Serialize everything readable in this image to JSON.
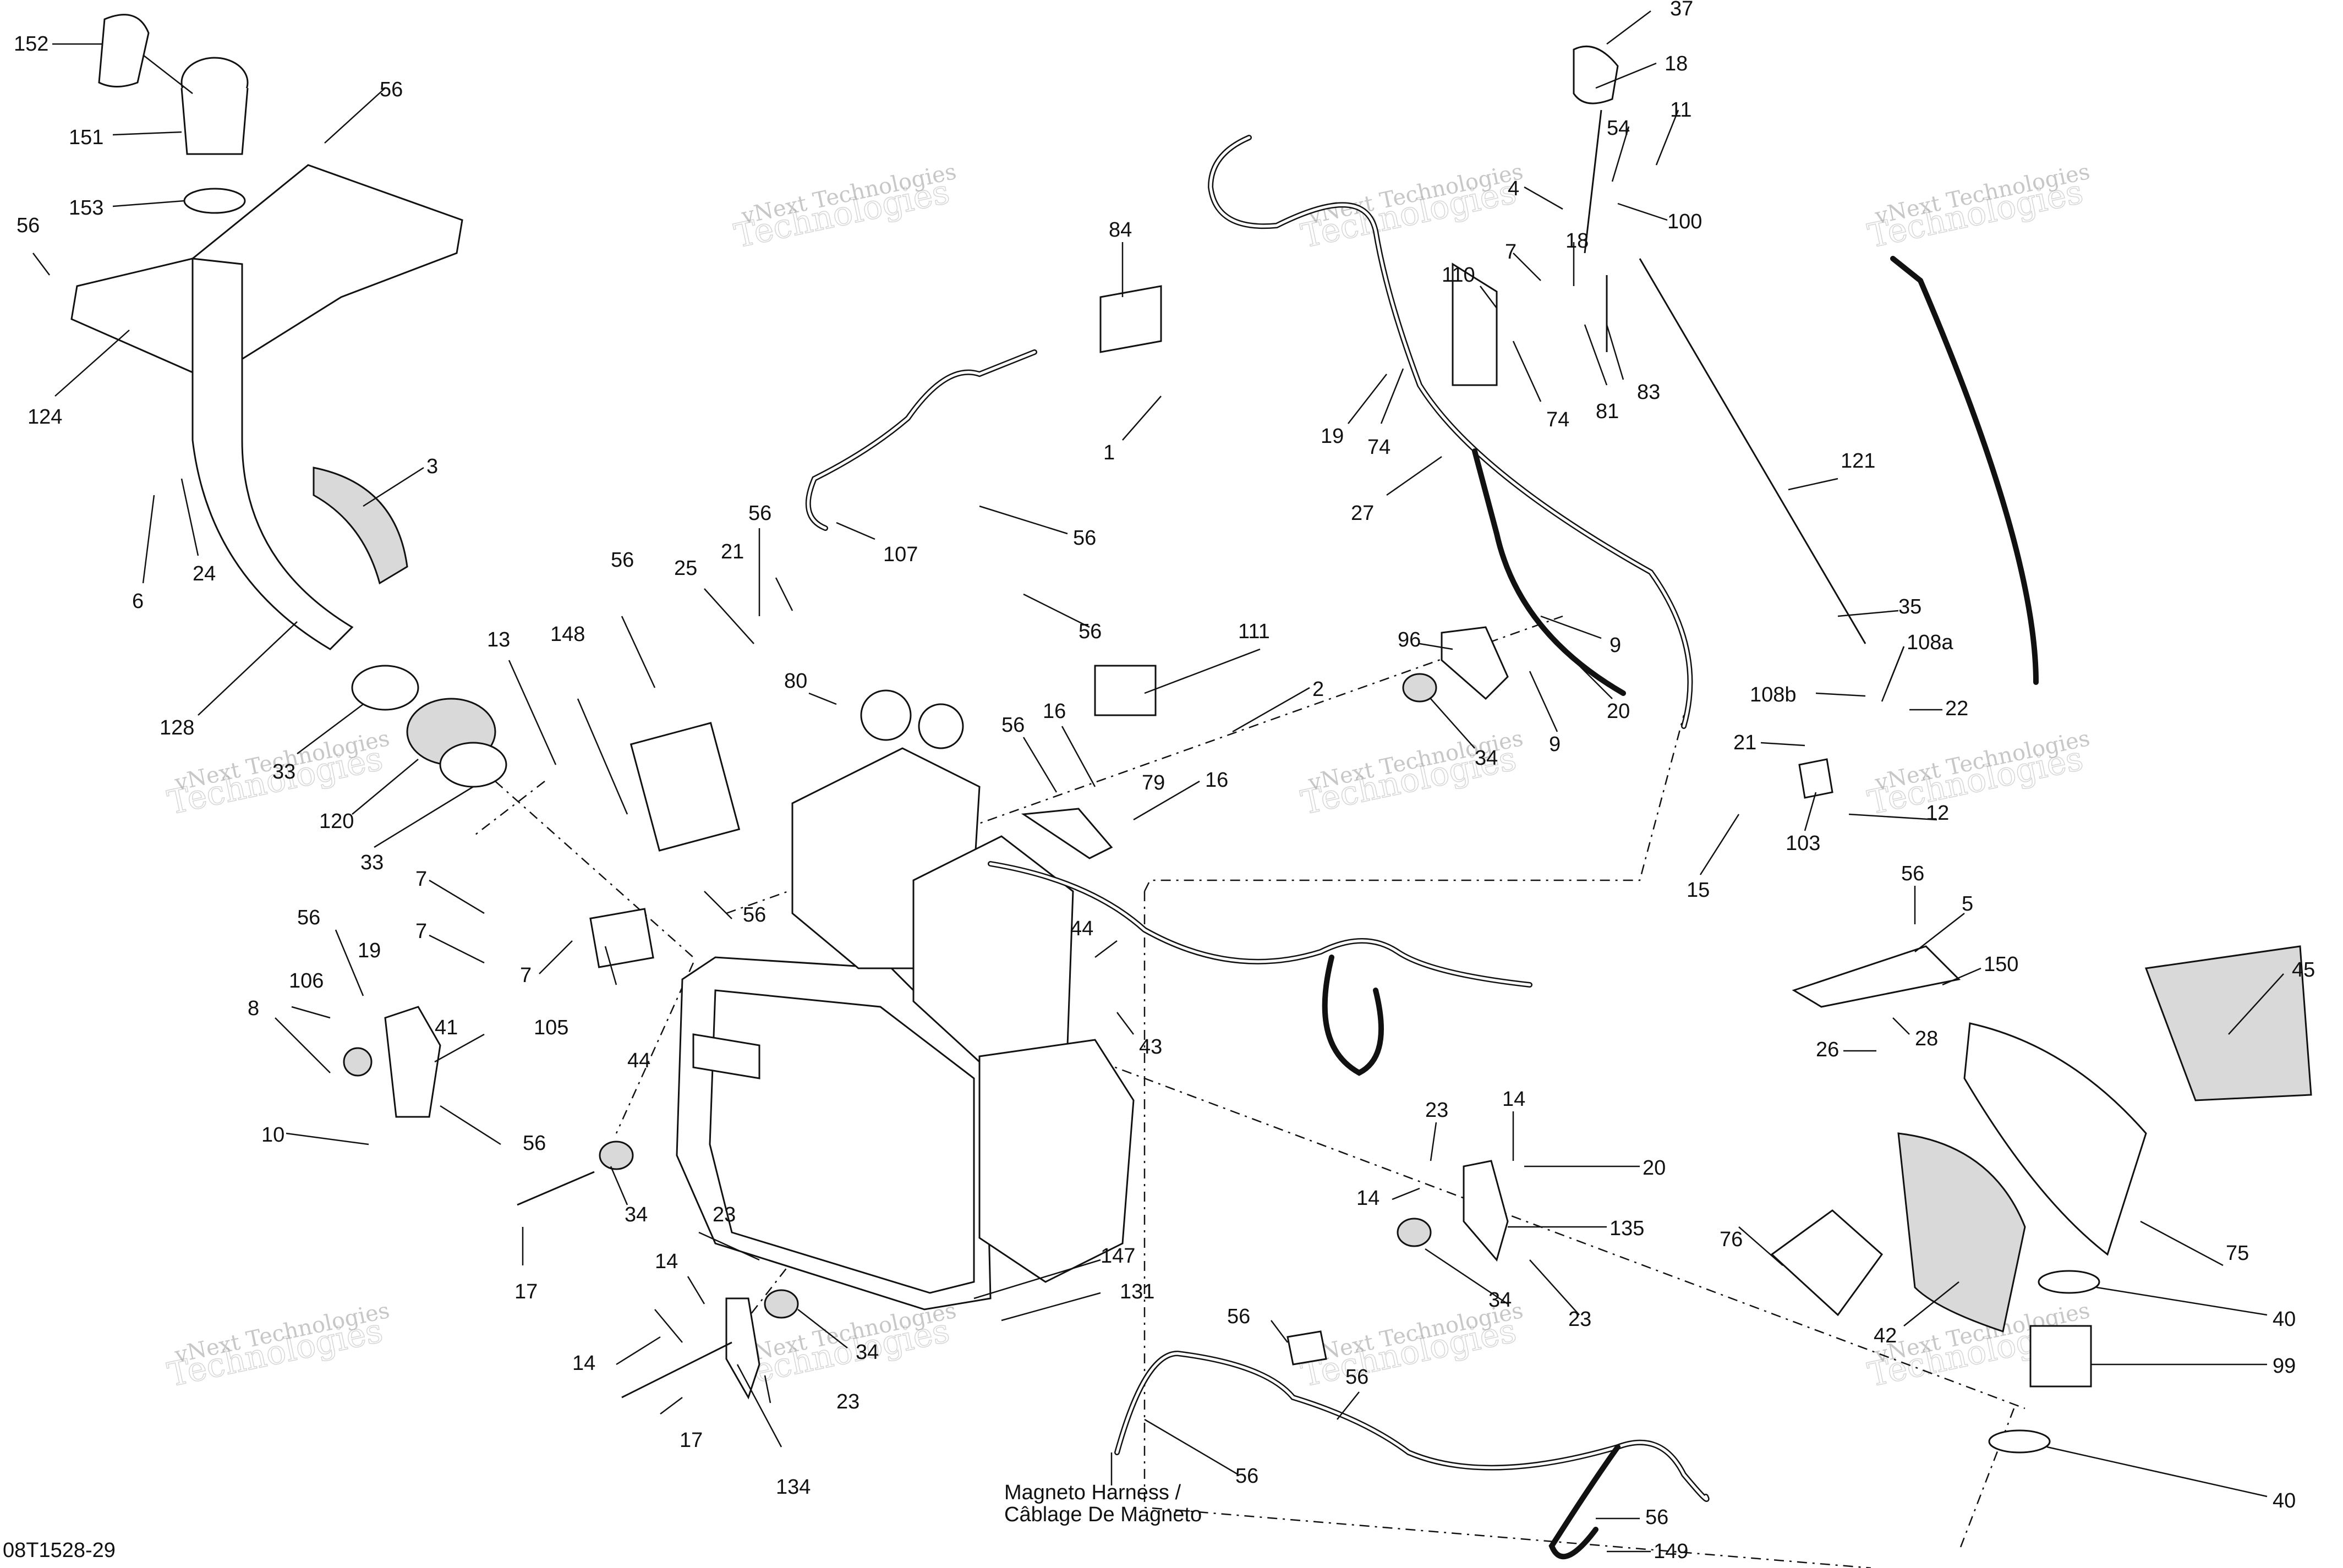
{
  "diagram": {
    "drawing_id": "08T1528-29",
    "magneto_label_line1": "Magneto Harness /",
    "magneto_label_line2": "Câblage De Magneto",
    "watermark_line1": "vNext Technologies",
    "watermark_big": "Technologies",
    "watermark_top": "vNext"
  },
  "callouts": [
    {
      "id": "c152",
      "text": "152"
    },
    {
      "id": "c151",
      "text": "151"
    },
    {
      "id": "c153",
      "text": "153"
    },
    {
      "id": "c56a",
      "text": "56"
    },
    {
      "id": "c56b",
      "text": "56"
    },
    {
      "id": "c124",
      "text": "124"
    },
    {
      "id": "c3",
      "text": "3"
    },
    {
      "id": "c6",
      "text": "6"
    },
    {
      "id": "c24",
      "text": "24"
    },
    {
      "id": "c128",
      "text": "128"
    },
    {
      "id": "c33a",
      "text": "33"
    },
    {
      "id": "c120",
      "text": "120"
    },
    {
      "id": "c33b",
      "text": "33"
    },
    {
      "id": "c84",
      "text": "84"
    },
    {
      "id": "c1",
      "text": "1"
    },
    {
      "id": "c107",
      "text": "107"
    },
    {
      "id": "c56c",
      "text": "56"
    },
    {
      "id": "c56d",
      "text": "56"
    },
    {
      "id": "c56e",
      "text": "56"
    },
    {
      "id": "c56f",
      "text": "56"
    },
    {
      "id": "c25",
      "text": "25"
    },
    {
      "id": "c21a",
      "text": "21"
    },
    {
      "id": "c148",
      "text": "148"
    },
    {
      "id": "c13",
      "text": "13"
    },
    {
      "id": "c80",
      "text": "80"
    },
    {
      "id": "c111",
      "text": "111"
    },
    {
      "id": "c2",
      "text": "2"
    },
    {
      "id": "c56g",
      "text": "56"
    },
    {
      "id": "c16a",
      "text": "16"
    },
    {
      "id": "c79",
      "text": "79"
    },
    {
      "id": "c16b",
      "text": "16"
    },
    {
      "id": "c7a",
      "text": "7"
    },
    {
      "id": "c7b",
      "text": "7"
    },
    {
      "id": "c7c",
      "text": "7"
    },
    {
      "id": "c56h",
      "text": "56"
    },
    {
      "id": "c105",
      "text": "105"
    },
    {
      "id": "c44a",
      "text": "44"
    },
    {
      "id": "c44b",
      "text": "44"
    },
    {
      "id": "c43",
      "text": "43"
    },
    {
      "id": "c56i",
      "text": "56"
    },
    {
      "id": "c19a",
      "text": "19"
    },
    {
      "id": "c106",
      "text": "106"
    },
    {
      "id": "c8",
      "text": "8"
    },
    {
      "id": "c41",
      "text": "41"
    },
    {
      "id": "c10",
      "text": "10"
    },
    {
      "id": "c56j",
      "text": "56"
    },
    {
      "id": "c34a",
      "text": "34"
    },
    {
      "id": "c17a",
      "text": "17"
    },
    {
      "id": "c23a",
      "text": "23"
    },
    {
      "id": "c14a",
      "text": "14"
    },
    {
      "id": "c14b",
      "text": "14"
    },
    {
      "id": "c34b",
      "text": "34"
    },
    {
      "id": "c23b",
      "text": "23"
    },
    {
      "id": "c17b",
      "text": "17"
    },
    {
      "id": "c134",
      "text": "134"
    },
    {
      "id": "c147",
      "text": "147"
    },
    {
      "id": "c131",
      "text": "131"
    },
    {
      "id": "c37",
      "text": "37"
    },
    {
      "id": "c18a",
      "text": "18"
    },
    {
      "id": "c11",
      "text": "11"
    },
    {
      "id": "c54",
      "text": "54"
    },
    {
      "id": "c4",
      "text": "4"
    },
    {
      "id": "c100",
      "text": "100"
    },
    {
      "id": "c7d",
      "text": "7"
    },
    {
      "id": "c18b",
      "text": "18"
    },
    {
      "id": "c110",
      "text": "110"
    },
    {
      "id": "c19b",
      "text": "19"
    },
    {
      "id": "c74a",
      "text": "74"
    },
    {
      "id": "c74b",
      "text": "74"
    },
    {
      "id": "c81",
      "text": "81"
    },
    {
      "id": "c83",
      "text": "83"
    },
    {
      "id": "c27",
      "text": "27"
    },
    {
      "id": "c121",
      "text": "121"
    },
    {
      "id": "c96",
      "text": "96"
    },
    {
      "id": "c9a",
      "text": "9"
    },
    {
      "id": "c20a",
      "text": "20"
    },
    {
      "id": "c9b",
      "text": "9"
    },
    {
      "id": "c34c",
      "text": "34"
    },
    {
      "id": "c35",
      "text": "35"
    },
    {
      "id": "c108a",
      "text": "108a"
    },
    {
      "id": "c108b",
      "text": "108b"
    },
    {
      "id": "c22",
      "text": "22"
    },
    {
      "id": "c21b",
      "text": "21"
    },
    {
      "id": "c12",
      "text": "12"
    },
    {
      "id": "c103",
      "text": "103"
    },
    {
      "id": "c15",
      "text": "15"
    },
    {
      "id": "c56k",
      "text": "56"
    },
    {
      "id": "c5",
      "text": "5"
    },
    {
      "id": "c150",
      "text": "150"
    },
    {
      "id": "c45",
      "text": "45"
    },
    {
      "id": "c26",
      "text": "26"
    },
    {
      "id": "c28",
      "text": "28"
    },
    {
      "id": "c76",
      "text": "76"
    },
    {
      "id": "c75",
      "text": "75"
    },
    {
      "id": "c42",
      "text": "42"
    },
    {
      "id": "c40a",
      "text": "40"
    },
    {
      "id": "c99",
      "text": "99"
    },
    {
      "id": "c40b",
      "text": "40"
    },
    {
      "id": "c23c",
      "text": "23"
    },
    {
      "id": "c14c",
      "text": "14"
    },
    {
      "id": "c20b",
      "text": "20"
    },
    {
      "id": "c14d",
      "text": "14"
    },
    {
      "id": "c135",
      "text": "135"
    },
    {
      "id": "c34d",
      "text": "34"
    },
    {
      "id": "c23d",
      "text": "23"
    },
    {
      "id": "c56l",
      "text": "56"
    },
    {
      "id": "c56m",
      "text": "56"
    },
    {
      "id": "c56n",
      "text": "56"
    },
    {
      "id": "c56o",
      "text": "56"
    },
    {
      "id": "c149",
      "text": "149"
    }
  ]
}
